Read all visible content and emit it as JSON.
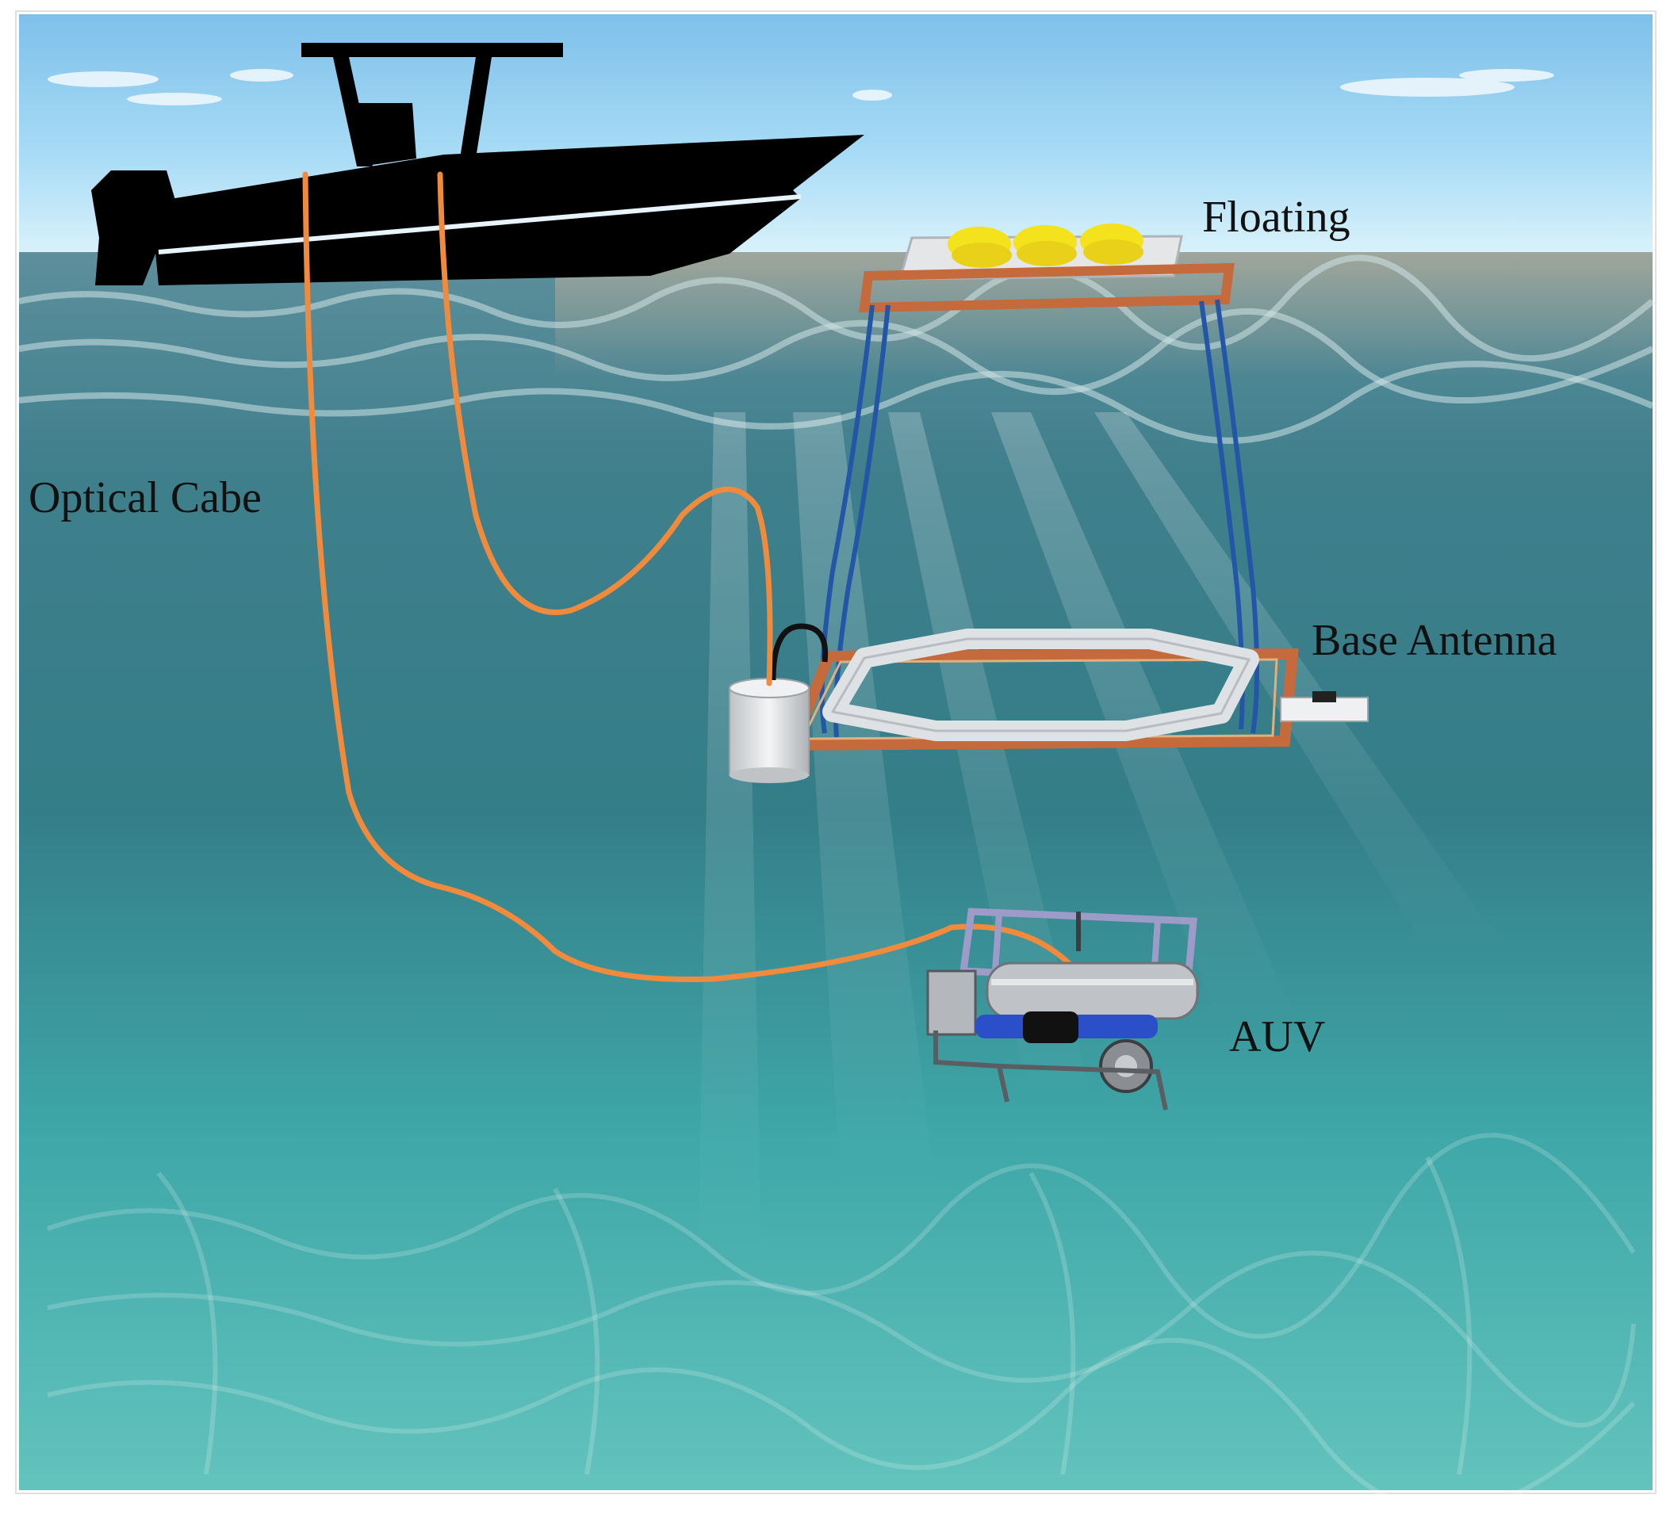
{
  "labels": {
    "floating": "Floating",
    "optical_cable": "Optical Cabe",
    "base_antenna": "Base Antenna",
    "auv": "AUV"
  },
  "colors": {
    "sky_top": "#8fc6ea",
    "sky_bottom": "#cfeefc",
    "water_surface": "#4f8ea0",
    "water_deep": "#2f7480",
    "water_floor": "#5cc0bd",
    "boat": "#000000",
    "optical_cable": "#f08a3c",
    "blue_cable": "#2456a8",
    "copper_frame": "#c46a3c",
    "floats": "#f4e21c",
    "pvc": "#e4e6e8"
  }
}
